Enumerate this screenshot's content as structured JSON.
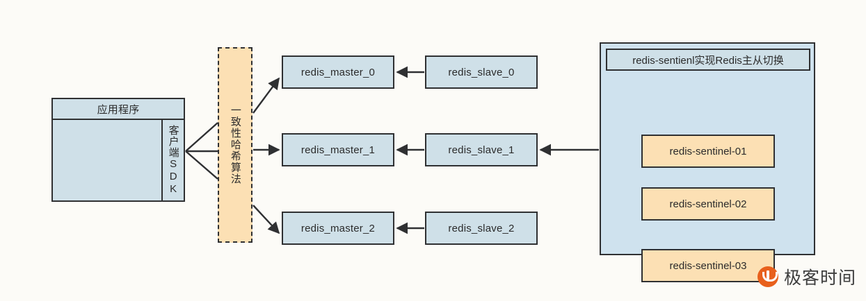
{
  "diagram": {
    "background_color": "#fcfbf7",
    "stroke_color": "#2f3032",
    "blue_fill": "#cfe0e8",
    "panel_fill": "#cfe2ee",
    "orange_fill": "#fce0b4",
    "brand_color": "#e8601c"
  },
  "app": {
    "header": "应用程序",
    "sdk_label": "客户端SDK"
  },
  "hash": {
    "label": "一致性哈希算法"
  },
  "masters": [
    {
      "label": "redis_master_0"
    },
    {
      "label": "redis_master_1"
    },
    {
      "label": "redis_master_2"
    }
  ],
  "slaves": [
    {
      "label": "redis_slave_0"
    },
    {
      "label": "redis_slave_1"
    },
    {
      "label": "redis_slave_2"
    }
  ],
  "sentinel": {
    "title": "redis-sentienl实现Redis主从切换",
    "items": [
      {
        "label": "redis-sentinel-01"
      },
      {
        "label": "redis-sentinel-02"
      },
      {
        "label": "redis-sentinel-03"
      }
    ]
  },
  "brand": {
    "name": "极客时间",
    "mark_icon": "geektime-logo-icon"
  }
}
